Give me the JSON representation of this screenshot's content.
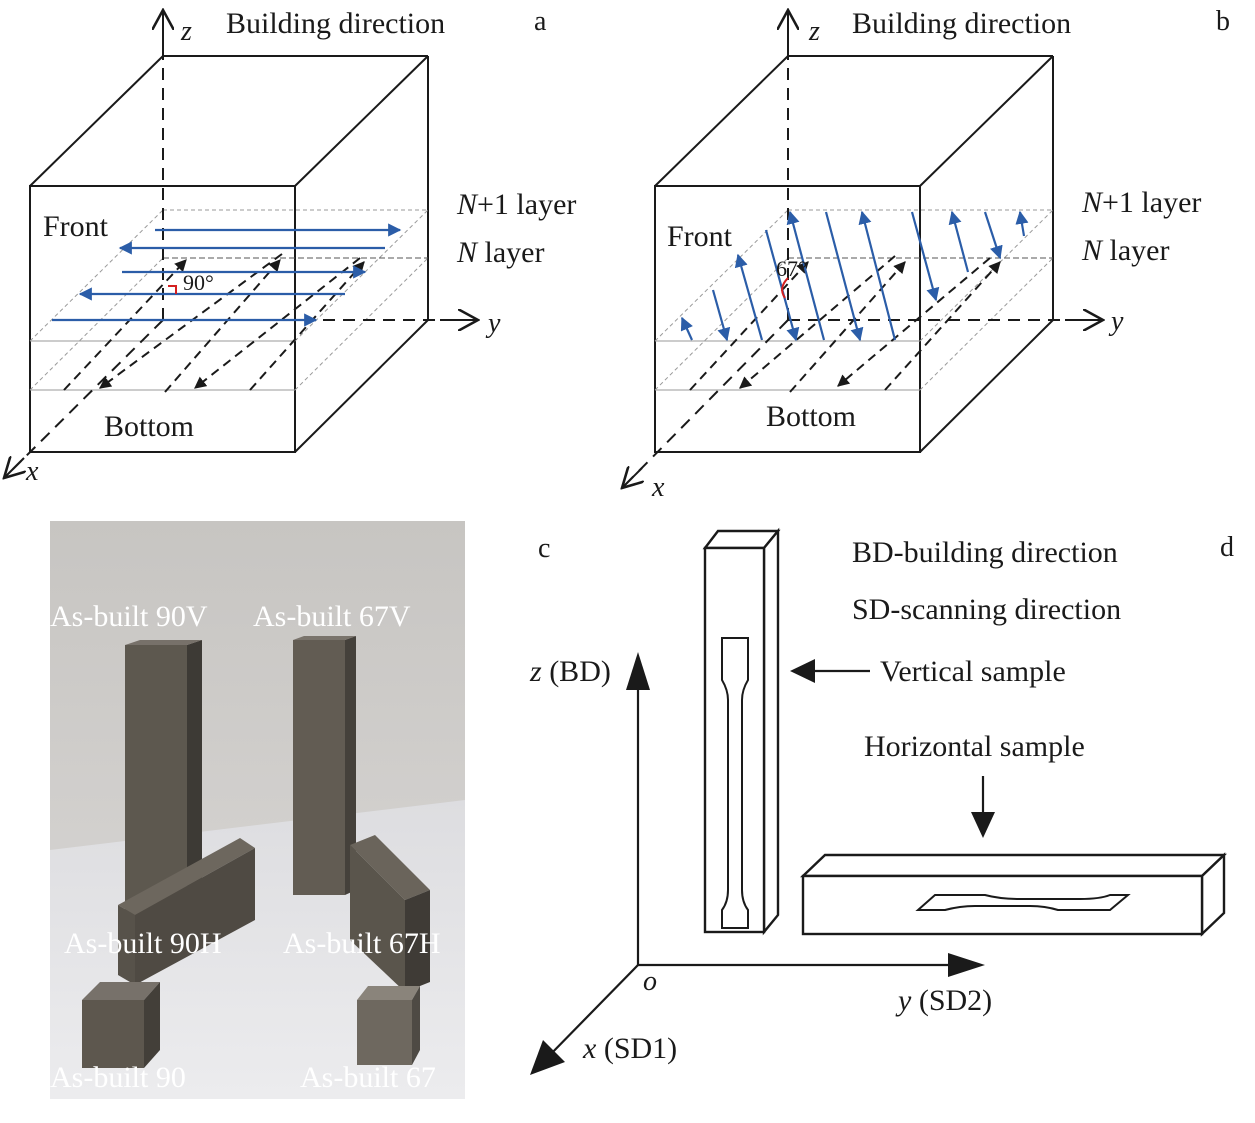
{
  "panel_a": {
    "panel_letter": "a",
    "axis_z": "z",
    "axis_y": "y",
    "axis_x": "x",
    "building_direction": "Building direction",
    "front": "Front",
    "bottom": "Bottom",
    "layer_n1_italic": "N",
    "layer_n1_rest": "+1 layer",
    "layer_n_italic": "N",
    "layer_n_rest": " layer",
    "angle": "90°"
  },
  "panel_b": {
    "panel_letter": "b",
    "axis_z": "z",
    "axis_y": "y",
    "axis_x": "x",
    "building_direction": "Building direction",
    "front": "Front",
    "bottom": "Bottom",
    "layer_n1_italic": "N",
    "layer_n1_rest": "+1 layer",
    "layer_n_italic": "N",
    "layer_n_rest": " layer",
    "angle": "67°"
  },
  "panel_c": {
    "panel_letter": "c",
    "labels": {
      "v90": "As-built 90V",
      "v67": "As-built 67V",
      "h90": "As-built 90H",
      "h67": "As-built 67H",
      "c90": "As-built 90",
      "c67": "As-built 67"
    }
  },
  "panel_d": {
    "panel_letter": "d",
    "bd_def": "BD-building direction",
    "sd_def": "SD-scanning direction",
    "z_axis_italic": "z",
    "z_axis_rest": " (BD)",
    "y_axis_italic": "y",
    "y_axis_rest": " (SD2)",
    "x_axis_italic": "x",
    "x_axis_rest": " (SD1)",
    "origin": "o",
    "vertical_sample": "Vertical sample",
    "horizontal_sample": "Horizontal sample"
  },
  "colors": {
    "line": "#1a1a1a",
    "scan_arrow": "#2b5da8",
    "angle_mark": "#d42020",
    "photo_wall": "#c9c6c2",
    "photo_floor": "#e6e6e8",
    "metal": "#5a554c"
  }
}
